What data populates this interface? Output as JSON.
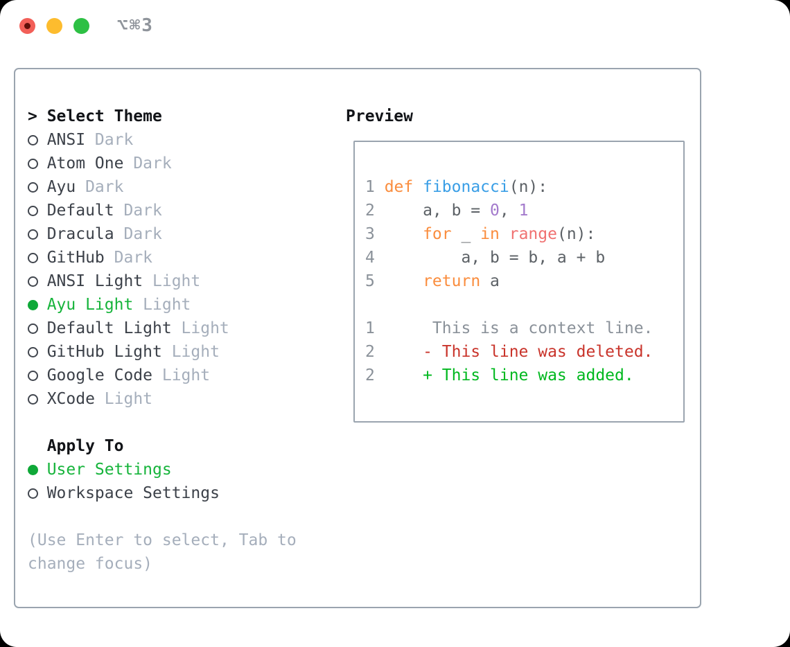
{
  "window": {
    "shortcut": "⌥⌘3",
    "traffic_lights": {
      "close": "close-button",
      "minimize": "minimize-button",
      "maximize": "maximize-button"
    }
  },
  "theme_panel": {
    "cursor": ">",
    "title": "Select Theme",
    "items": [
      {
        "name": "ANSI",
        "variant": "Dark",
        "selected": false
      },
      {
        "name": "Atom One",
        "variant": "Dark",
        "selected": false
      },
      {
        "name": "Ayu",
        "variant": "Dark",
        "selected": false
      },
      {
        "name": "Default",
        "variant": "Dark",
        "selected": false
      },
      {
        "name": "Dracula",
        "variant": "Dark",
        "selected": false
      },
      {
        "name": "GitHub",
        "variant": "Dark",
        "selected": false
      },
      {
        "name": "ANSI Light",
        "variant": "Light",
        "selected": false
      },
      {
        "name": "Ayu Light",
        "variant": "Light",
        "selected": true
      },
      {
        "name": "Default Light",
        "variant": "Light",
        "selected": false
      },
      {
        "name": "GitHub Light",
        "variant": "Light",
        "selected": false
      },
      {
        "name": "Google Code",
        "variant": "Light",
        "selected": false
      },
      {
        "name": "XCode",
        "variant": "Light",
        "selected": false
      }
    ],
    "apply_to": {
      "title": "Apply To",
      "options": [
        {
          "label": "User Settings",
          "selected": true
        },
        {
          "label": "Workspace Settings",
          "selected": false
        }
      ]
    },
    "help_text": "(Use Enter to select, Tab to change focus)"
  },
  "preview": {
    "title": "Preview",
    "code_lines": [
      {
        "num": "1",
        "tokens": [
          [
            "def",
            "keyword"
          ],
          [
            " ",
            "foreground"
          ],
          [
            "fibonacci",
            "entity"
          ],
          [
            "(n):",
            "foreground"
          ]
        ]
      },
      {
        "num": "2",
        "tokens": [
          [
            "    a, b = ",
            "foreground"
          ],
          [
            "0",
            "number"
          ],
          [
            ", ",
            "foreground"
          ],
          [
            "1",
            "number"
          ]
        ]
      },
      {
        "num": "3",
        "tokens": [
          [
            "    ",
            "foreground"
          ],
          [
            "for",
            "keyword"
          ],
          [
            " _ ",
            "foreground"
          ],
          [
            "in",
            "keyword"
          ],
          [
            " ",
            "foreground"
          ],
          [
            "range",
            "special"
          ],
          [
            "(n):",
            "foreground"
          ]
        ]
      },
      {
        "num": "4",
        "tokens": [
          [
            "        a, b = b, a + b",
            "foreground"
          ]
        ]
      },
      {
        "num": "5",
        "tokens": [
          [
            "    ",
            "foreground"
          ],
          [
            "return",
            "keyword"
          ],
          [
            " a",
            "foreground"
          ]
        ]
      }
    ],
    "diff_lines": [
      {
        "num": "1",
        "text": "     This is a context line.",
        "type": "context"
      },
      {
        "num": "2",
        "text": "    - This line was deleted.",
        "type": "deleted"
      },
      {
        "num": "2",
        "text": "    + This line was added.",
        "type": "added"
      }
    ]
  },
  "colors": {
    "panel_border": "#9AA4AF",
    "heading": "#121418",
    "item_text": "#3C4149",
    "muted_text": "#A5AEBB",
    "ring": "#41464E",
    "accent_green": "#16B43B",
    "dot_green": "#0FA838",
    "shortcut_gray": "#8F949B",
    "titlebar": {
      "close": "#F25F58",
      "close_dot": "#600E08",
      "minimize": "#FDBC2E",
      "maximize": "#2DC044"
    },
    "syntax": {
      "keyword": "#FA8D3E",
      "entity": "#399EE6",
      "number": "#A37ACC",
      "special": "#F07171",
      "foreground": "#5C6166",
      "line_number": "#8A9199"
    },
    "diff": {
      "context": "#8A9199",
      "deleted": "#C9342B",
      "added": "#00B81F"
    }
  }
}
